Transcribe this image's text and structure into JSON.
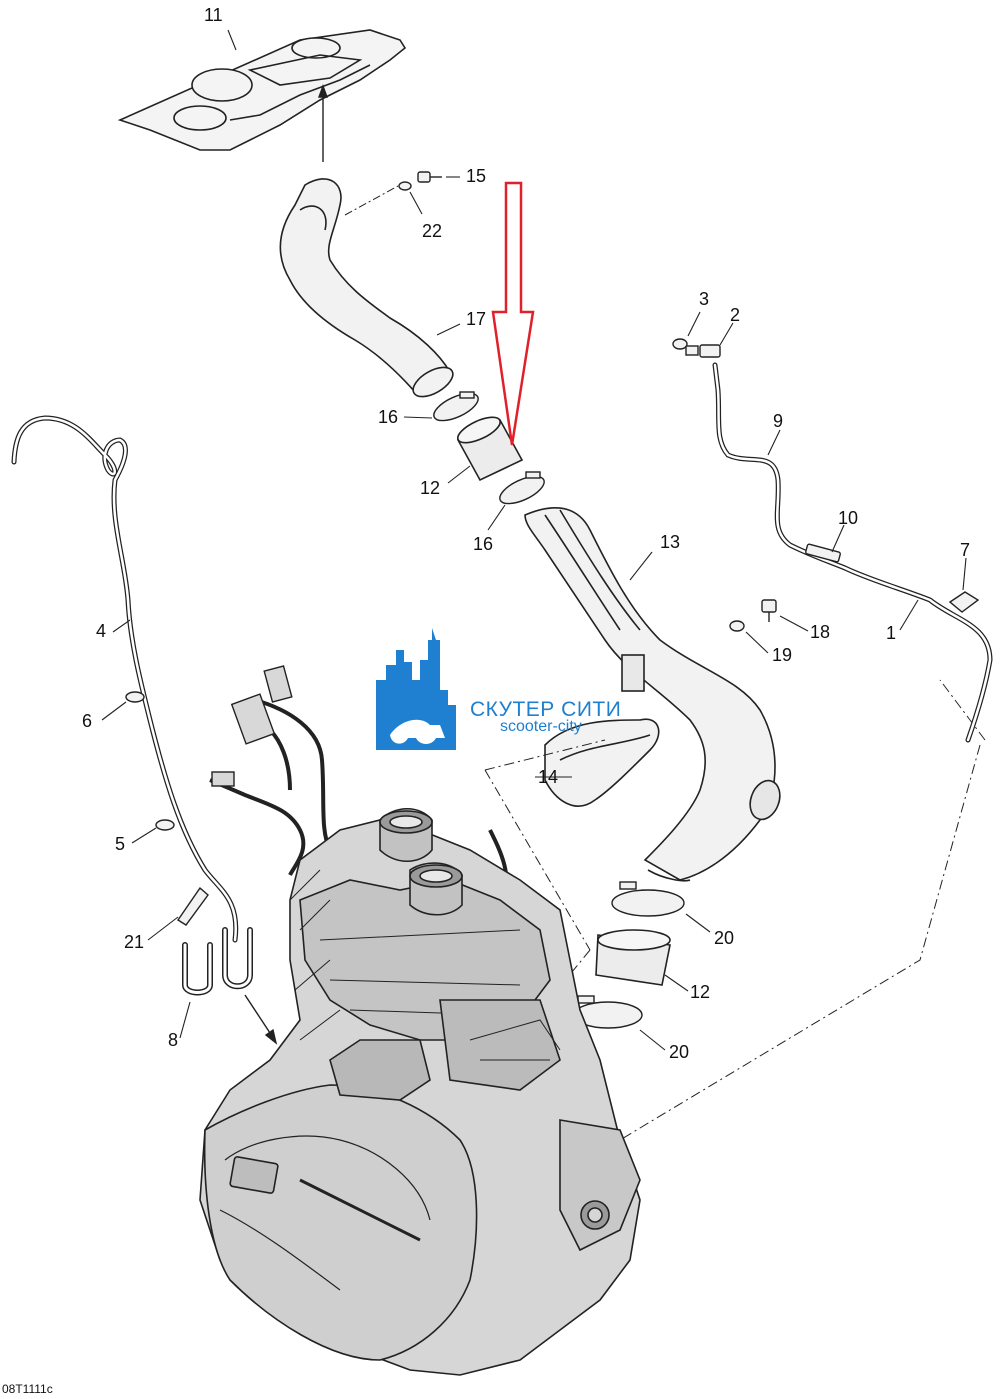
{
  "diagram": {
    "drawing_code": "08T1111c",
    "callouts": [
      "11",
      "15",
      "22",
      "17",
      "16",
      "12",
      "16",
      "13",
      "3",
      "2",
      "9",
      "10",
      "7",
      "18",
      "1",
      "19",
      "4",
      "6",
      "14",
      "5",
      "21",
      "20",
      "12",
      "8",
      "20"
    ]
  },
  "watermark": {
    "title": "СКУТЕР СИТИ",
    "subtitle": "scooter-city"
  },
  "colors": {
    "line": "#222222",
    "part_fill": "#f2f2f2",
    "engine_fill": "#d9d9d9",
    "engine_dark": "#9a9a9a",
    "highlight_arrow": "#e0202a",
    "watermark": "#1f7fd0"
  }
}
